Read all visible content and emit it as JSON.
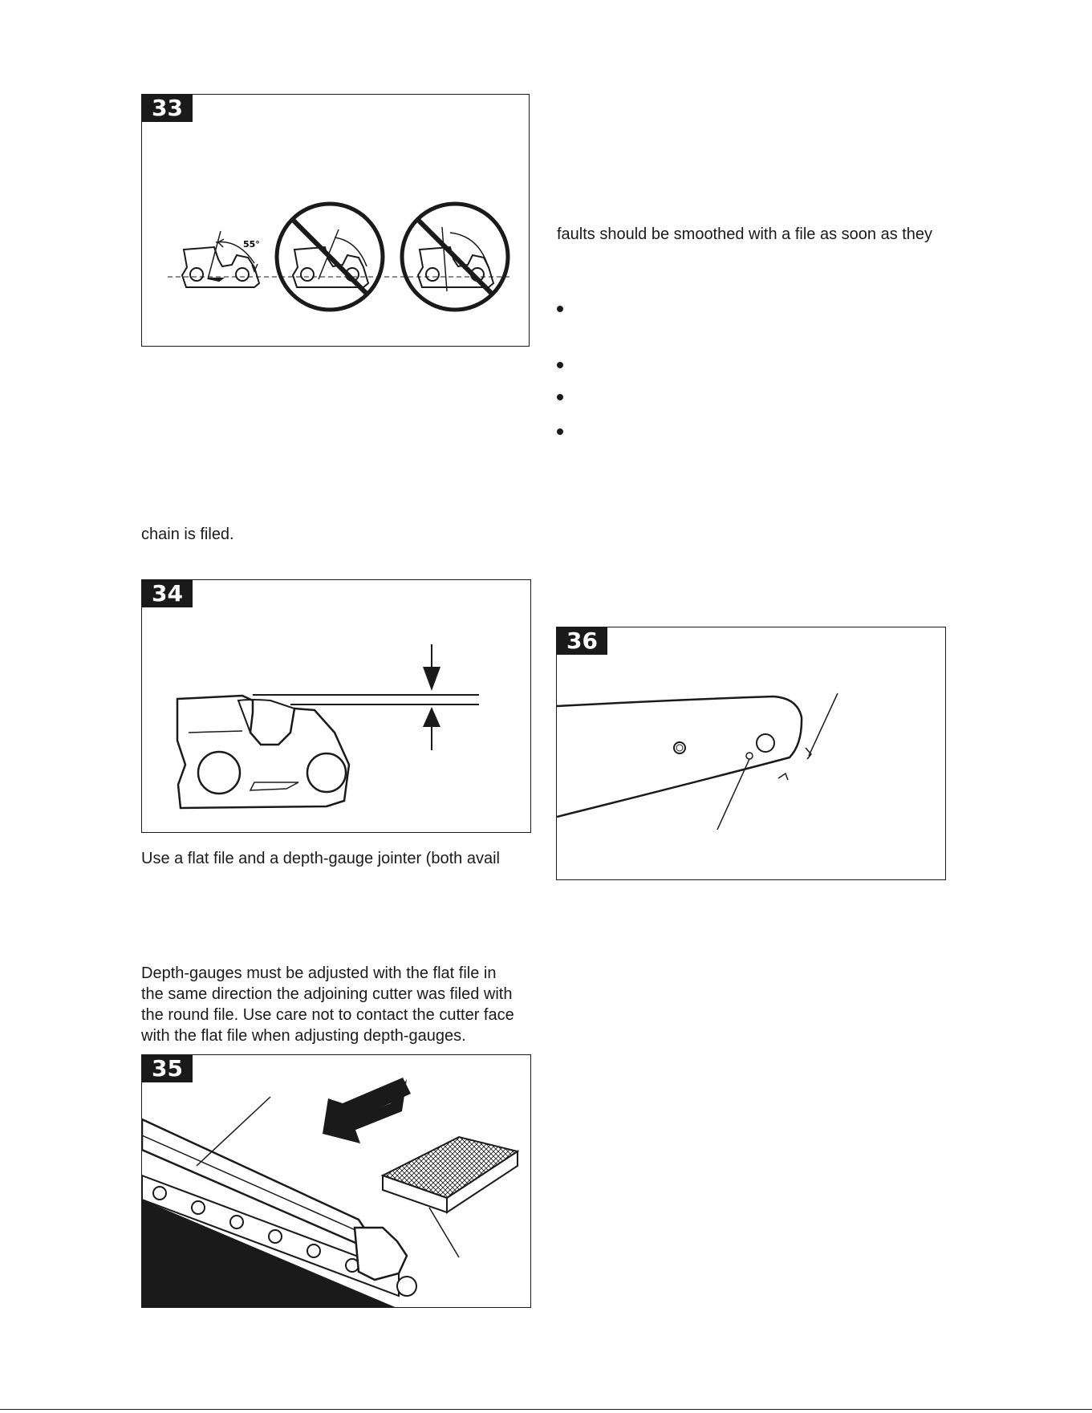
{
  "figures": {
    "fig33": {
      "number": "33",
      "angle_label": "55°"
    },
    "fig34": {
      "number": "34"
    },
    "fig35": {
      "number": "35"
    },
    "fig36": {
      "number": "36"
    }
  },
  "text": {
    "faults_line": "faults should be smoothed with a file as soon as they",
    "chain_filed": "chain is filed.",
    "flat_file_line": "Use a flat file and a depth-gauge jointer (both avail",
    "depth_gauges": [
      "Depth-gauges must be adjusted with the flat file in",
      "the same direction the adjoining cutter was filed with",
      "the round file. Use care not to contact the cutter face",
      "with the flat file when adjusting depth-gauges."
    ]
  }
}
